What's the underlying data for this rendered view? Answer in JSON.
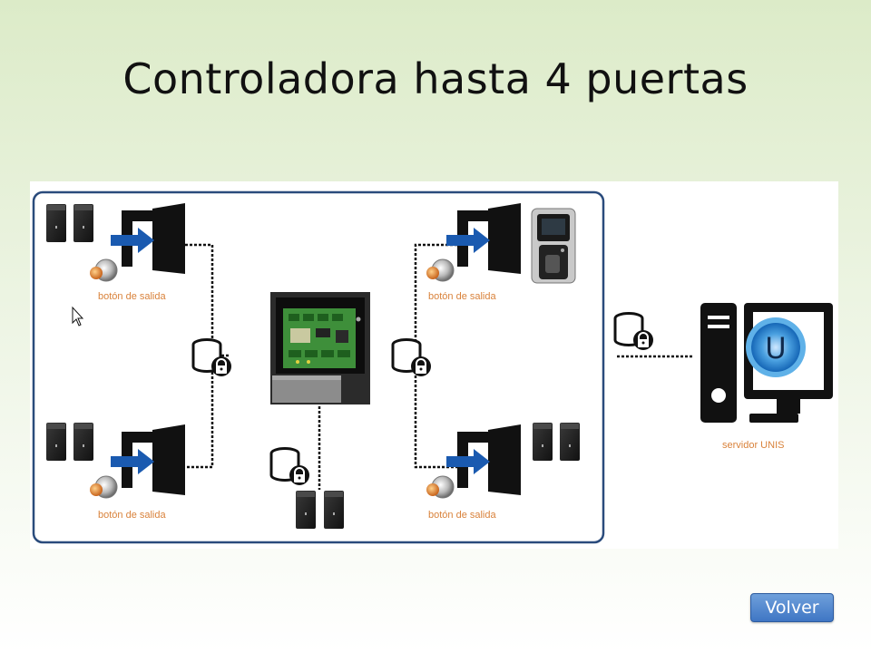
{
  "title": "Controladora hasta 4 puertas",
  "labels": {
    "exit_button_tl": "botón de salida",
    "exit_button_tr": "botón de salida",
    "exit_button_bl": "botón de salida",
    "exit_button_br": "botón de salida",
    "server": "servidor UNIS"
  },
  "server_logo_letter": "U",
  "volver_button": "Volver",
  "colors": {
    "label_orange": "#d9823b",
    "arrow_blue": "#1a5ab0",
    "frame_blue": "#2a4b7c",
    "button_blue": "#4a80c8"
  }
}
